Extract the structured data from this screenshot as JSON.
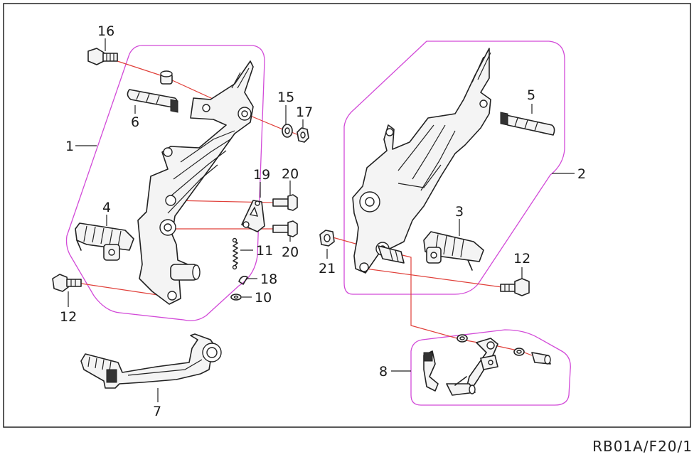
{
  "drawing_code": "RB01A/F20/1",
  "callouts": [
    {
      "id": "c16",
      "text": "16"
    },
    {
      "id": "c6",
      "text": "6"
    },
    {
      "id": "c15",
      "text": "15"
    },
    {
      "id": "c17",
      "text": "17"
    },
    {
      "id": "c1",
      "text": "1"
    },
    {
      "id": "c19",
      "text": "19"
    },
    {
      "id": "c20a",
      "text": "20"
    },
    {
      "id": "c4",
      "text": "4"
    },
    {
      "id": "c20b",
      "text": "20"
    },
    {
      "id": "c11",
      "text": "11"
    },
    {
      "id": "c18",
      "text": "18"
    },
    {
      "id": "c10",
      "text": "10"
    },
    {
      "id": "c12a",
      "text": "12"
    },
    {
      "id": "c7",
      "text": "7"
    },
    {
      "id": "c5",
      "text": "5"
    },
    {
      "id": "c2",
      "text": "2"
    },
    {
      "id": "c3",
      "text": "3"
    },
    {
      "id": "c21",
      "text": "21"
    },
    {
      "id": "c12b",
      "text": "12"
    },
    {
      "id": "c8",
      "text": "8"
    }
  ],
  "colors": {
    "group_outline": "#d24ad8",
    "assembly_line": "#e0403a",
    "line": "#222222"
  }
}
